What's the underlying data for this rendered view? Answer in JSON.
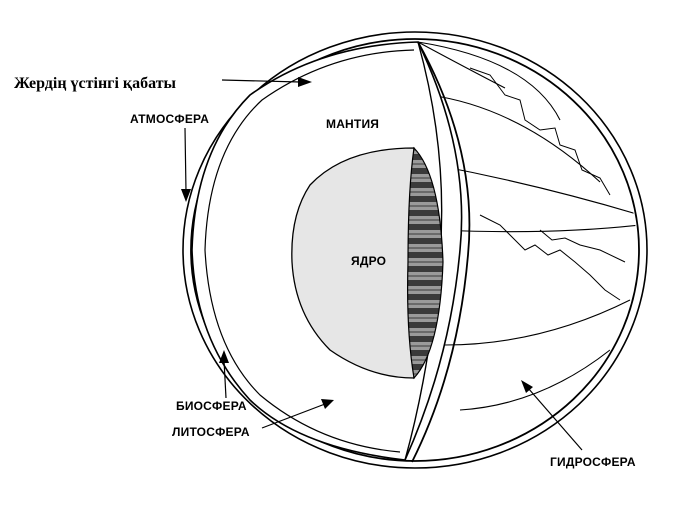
{
  "labels": {
    "surface_layer": "Жердің үстінгі қабаты",
    "atmosphere": "АТМОСФЕРА",
    "mantle": "МАНТИЯ",
    "core": "ЯДРО",
    "biosphere": "БИОСФЕРА",
    "lithosphere": "ЛИТОСФЕРА",
    "hydrosphere": "ГИДРОСФЕРА"
  },
  "colors": {
    "ink": "#000000",
    "core_fill": "#e6e6e6",
    "core_section": "#5a5a5a",
    "background": "#ffffff"
  }
}
